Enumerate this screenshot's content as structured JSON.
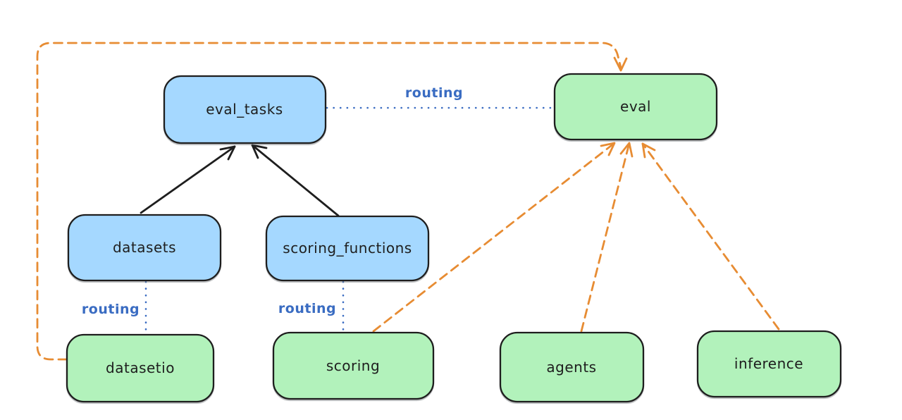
{
  "diagram": {
    "colors": {
      "background": "#ffffff",
      "node_stroke": "#1e1e1e",
      "blue_fill": "#a5d8ff",
      "green_fill": "#b2f2bb",
      "routing_blue": "#3a6cc2",
      "orange": "#e78c33",
      "black": "#1e1e1e"
    },
    "nodes": {
      "eval_tasks": {
        "label": "eval_tasks",
        "fill": "#a5d8ff"
      },
      "eval": {
        "label": "eval",
        "fill": "#b2f2bb"
      },
      "datasets": {
        "label": "datasets",
        "fill": "#a5d8ff"
      },
      "scoring_functions": {
        "label": "scoring_functions",
        "fill": "#a5d8ff"
      },
      "datasetio": {
        "label": "datasetio",
        "fill": "#b2f2bb"
      },
      "scoring": {
        "label": "scoring",
        "fill": "#b2f2bb"
      },
      "agents": {
        "label": "agents",
        "fill": "#b2f2bb"
      },
      "inference": {
        "label": "inference",
        "fill": "#b2f2bb"
      }
    },
    "edge_labels": {
      "eval_tasks_to_eval": "routing",
      "datasets_to_datasetio": "routing",
      "scoring_functions_to_scoring": "routing"
    },
    "edges": [
      {
        "from": "datasets",
        "to": "eval_tasks",
        "style": "solid-arrow",
        "color": "#1e1e1e"
      },
      {
        "from": "scoring_functions",
        "to": "eval_tasks",
        "style": "solid-arrow",
        "color": "#1e1e1e"
      },
      {
        "from": "eval_tasks",
        "to": "eval",
        "style": "dotted",
        "color": "#3a6cc2",
        "label": "routing"
      },
      {
        "from": "datasets",
        "to": "datasetio",
        "style": "dotted",
        "color": "#3a6cc2",
        "label": "routing"
      },
      {
        "from": "scoring_functions",
        "to": "scoring",
        "style": "dotted",
        "color": "#3a6cc2",
        "label": "routing"
      },
      {
        "from": "datasetio",
        "to": "eval",
        "style": "dashed-arrow",
        "color": "#e78c33",
        "route": "around-left-and-top"
      },
      {
        "from": "scoring",
        "to": "eval",
        "style": "dashed-arrow",
        "color": "#e78c33"
      },
      {
        "from": "agents",
        "to": "eval",
        "style": "dashed-arrow",
        "color": "#e78c33"
      },
      {
        "from": "inference",
        "to": "eval",
        "style": "dashed-arrow",
        "color": "#e78c33"
      }
    ]
  }
}
